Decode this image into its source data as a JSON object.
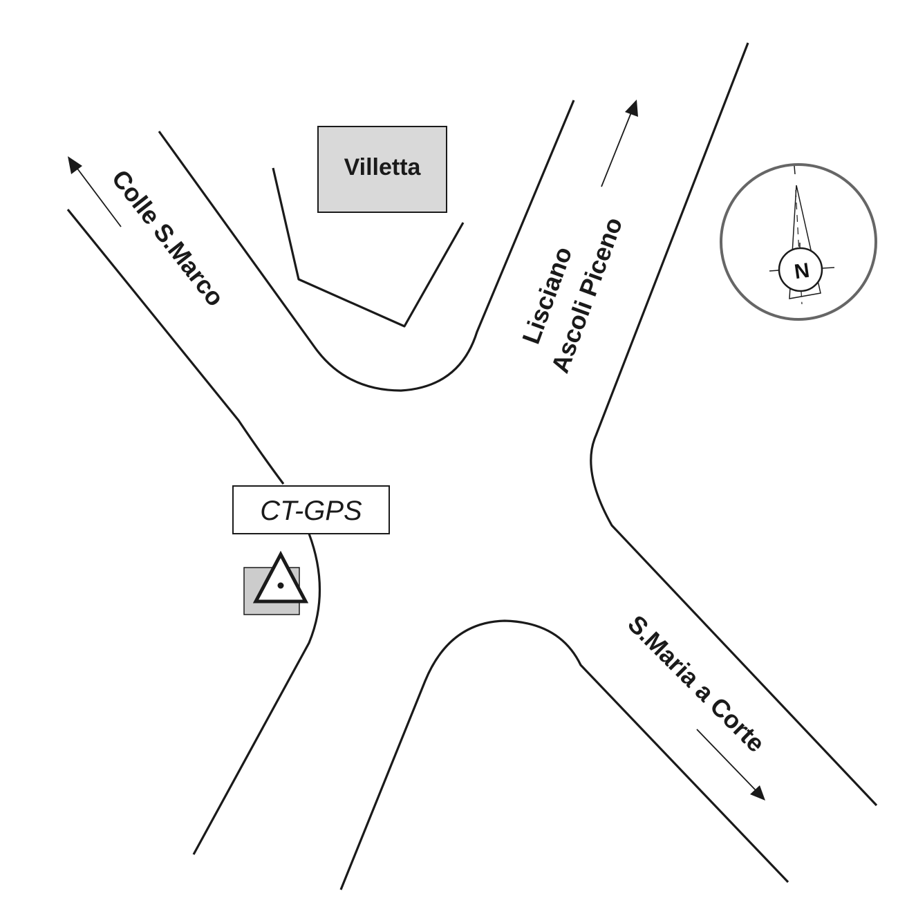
{
  "labels": {
    "building": "Villetta",
    "station": "CT-GPS",
    "road_northwest": "Colle S.Marco",
    "road_northeast_line1": "Lisciano",
    "road_northeast_line2": "Ascoli Piceno",
    "road_southeast": "S.Maria a Corte",
    "compass_north": "N"
  },
  "colors": {
    "road_line": "#1a1a1a",
    "building_fill": "#d9d9d9",
    "station_marker_fill": "#cccccc",
    "compass_ring": "#666666"
  },
  "icons": {
    "compass": "north-arrow-compass-icon",
    "station": "triangle-benchmark-icon"
  }
}
